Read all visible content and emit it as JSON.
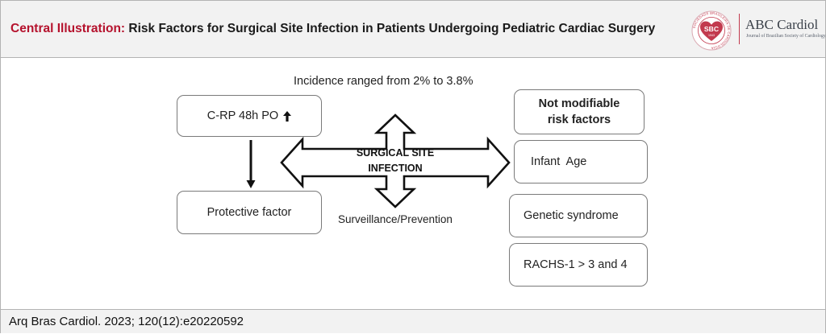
{
  "header": {
    "title_lead": "Central Illustration:",
    "title_rest": " Risk Factors for Surgical Site Infection in Patients Undergoing Pediatric Cardiac Surgery",
    "logo": {
      "seal_text": "SBC",
      "seal_year": "1943",
      "seal_ring_text": "SOCIEDADE BRASILEIRA DE CARDIOLOGIA",
      "journal_name": "ABC Cardiol",
      "journal_tagline": "Journal of Brazilian Society of Cardiology",
      "brand_color": "#c23a4e"
    },
    "accent_color": "#b5122d"
  },
  "diagram": {
    "incidence_text": "Incidence ranged from 2% to 3.8%",
    "left": {
      "crp_box": "C-RP 48h PO",
      "crp_indicator": "up-arrow-icon",
      "protective_box": "Protective factor"
    },
    "center": {
      "line1": "SURGICAL SITE",
      "line2": "INFECTION",
      "caption": "Surveillance/Prevention"
    },
    "right": {
      "header_line1": "Not modifiable",
      "header_line2": "risk factors",
      "items": [
        "Infant  Age",
        "Genetic syndrome",
        "RACHS-1 > 3 and 4"
      ]
    }
  },
  "footer": {
    "citation": "Arq Bras Cardiol. 2023; 120(12):e20220592"
  }
}
